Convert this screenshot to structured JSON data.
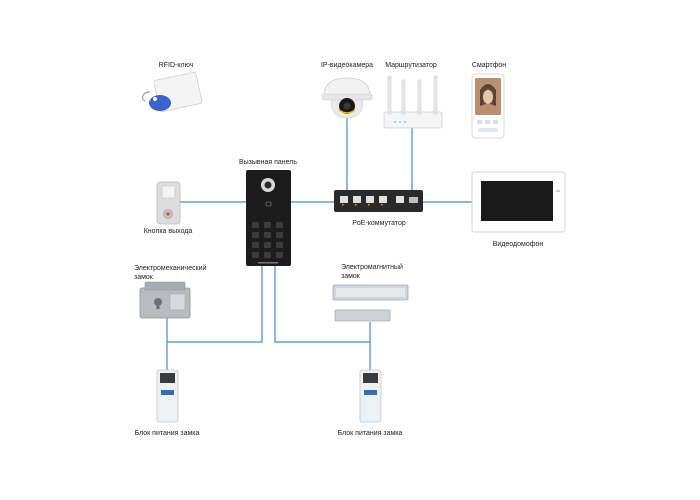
{
  "labels": {
    "rfid": "RFID-ключ",
    "ip_camera": "IP-видеокамера",
    "router": "Маршрутизатор",
    "smartphone": "Смартфон",
    "call_panel": "Вызывная панель",
    "exit_button": "Кнопка выхода",
    "poe_switch": "PoE-коммутатор",
    "video_intercom": "Видеодомофон",
    "electromech_lock": "Электромеханический замок",
    "electromag_lock": "Электромагнитный замок",
    "psu_left": "Блок питания замка",
    "psu_right": "Блок питания замка"
  },
  "colors": {
    "connection_line": "#3a8fd0",
    "device_dark": "#1c1c1c",
    "device_light": "#e9ecef"
  },
  "icons": [
    "rfid-card-icon",
    "dome-camera-icon",
    "router-icon",
    "smartphone-icon",
    "call-panel-icon",
    "exit-button-icon",
    "poe-switch-icon",
    "video-intercom-monitor-icon",
    "electromechanical-lock-icon",
    "electromagnetic-lock-icon",
    "power-supply-icon"
  ]
}
